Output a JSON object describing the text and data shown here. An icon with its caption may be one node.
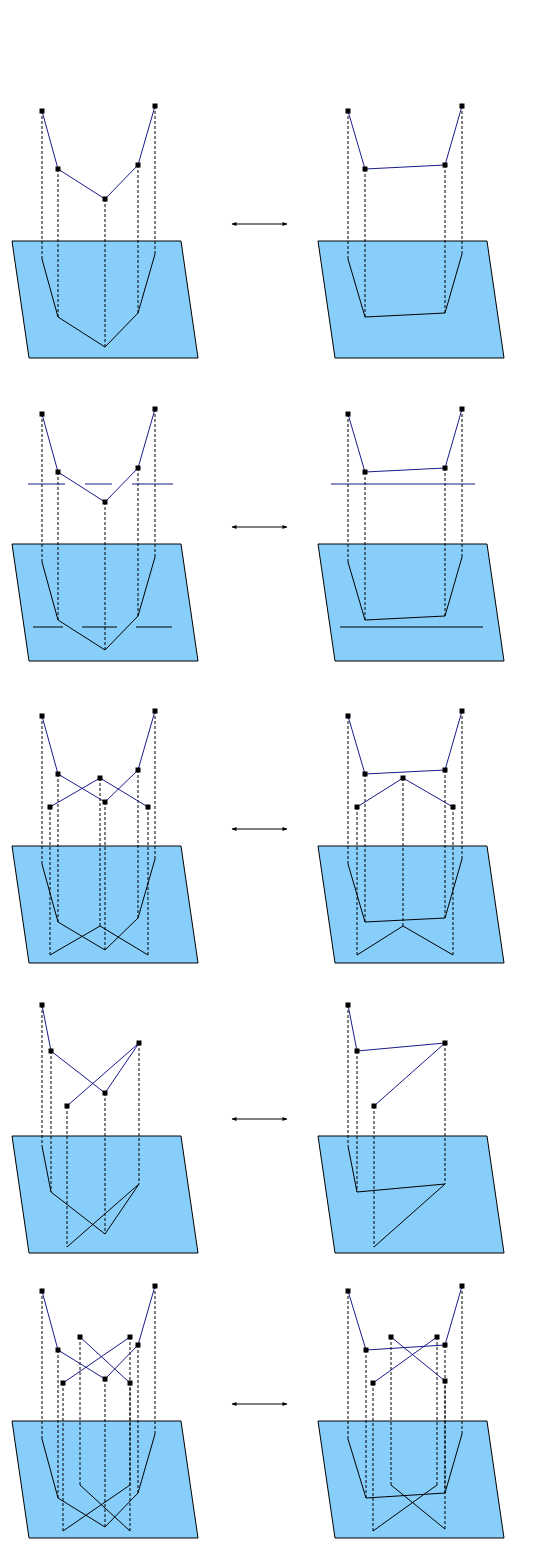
{
  "diagram": {
    "nodes": [
      {
        "text": [],
        "shape": "picture"
      },
      {
        "text": [],
        "shape": "picture"
      },
      {
        "text": [],
        "shape": "picture"
      },
      {
        "text": [],
        "shape": "picture"
      },
      {
        "text": [],
        "shape": "picture"
      },
      {
        "text": [],
        "shape": "picture"
      },
      {
        "text": [],
        "shape": "picture"
      },
      {
        "text": [],
        "shape": "picture"
      },
      {
        "text": [],
        "shape": "picture"
      },
      {
        "text": [],
        "shape": "picture"
      }
    ],
    "edges": [
      {
        "from": 0,
        "to": 1,
        "arrow": "both"
      },
      {
        "from": 2,
        "to": 3,
        "arrow": "both"
      },
      {
        "from": 4,
        "to": 5,
        "arrow": "both"
      },
      {
        "from": 6,
        "to": 7,
        "arrow": "both"
      },
      {
        "from": 8,
        "to": 9,
        "arrow": "both"
      }
    ]
  }
}
